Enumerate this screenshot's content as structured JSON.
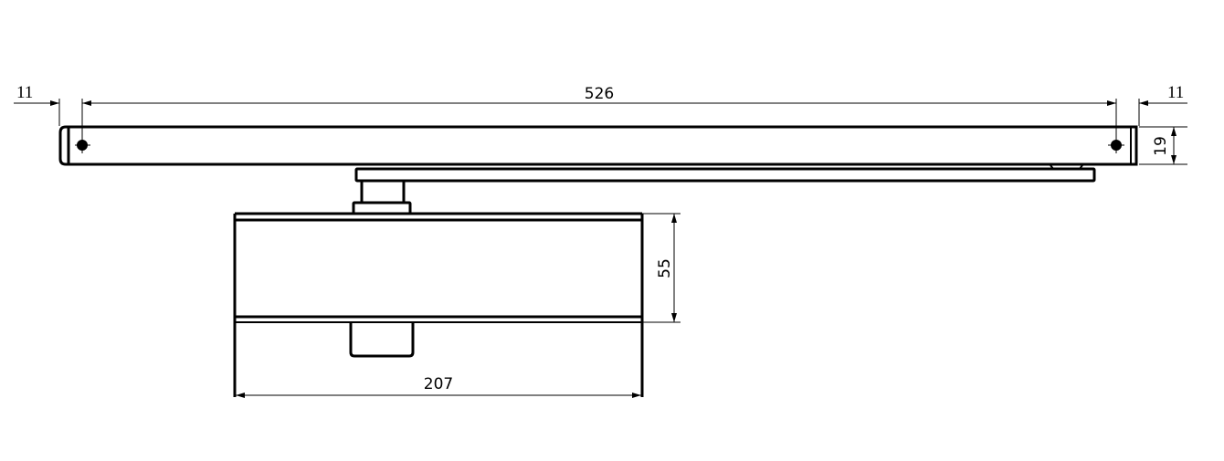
{
  "drawing": {
    "dimensions": {
      "left_offset": "11",
      "overall_length": "526",
      "right_offset": "11",
      "rail_height": "19",
      "body_height": "55",
      "body_length": "207"
    },
    "line_color": "#000000",
    "background": "#ffffff"
  }
}
